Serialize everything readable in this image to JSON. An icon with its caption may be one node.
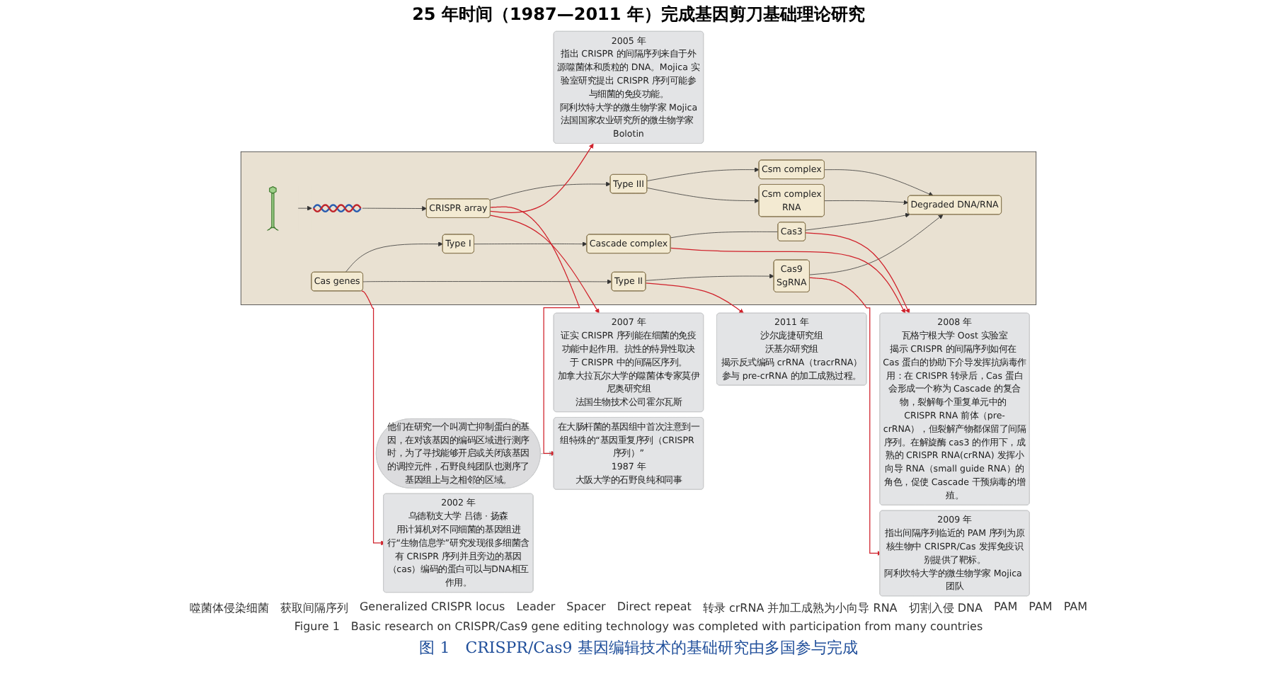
{
  "diagram": {
    "title": "25 年时间（1987—2011 年）完成基因剪刀基础理论研究",
    "caption": "图 1　CRISPR/Cas9 基因编辑技术的基础研究由多国参与完成",
    "nodes": [
      {
        "text": [
          "2002 年",
          "乌德勒支大学 吕德 · 扬森",
          "用计算机对不同细菌的基因组进行“生物信息学”研究发现很多细菌含有 CRISPR 序列并且旁边的基因（cas）编码的蛋白可以与DNA相互作用。"
        ]
      },
      {
        "text": [
          "2011 年",
          "沙尔庞捷研究组",
          "沃基尔研究组",
          "揭示反式编码 crRNA（tracrRNA）参与 pre-crRNA 的加工成熟过程。"
        ]
      },
      {
        "text": [
          "2008 年",
          "瓦格宁根大学 Oost 实验室",
          "揭示 CRISPR 的间隔序列如何在 Cas 蛋白的协助下介导发挥抗病毒作用：在 CRISPR 转录后，Cas 蛋白会形成一个称为 Cascade 的复合物，裂解每个重复单元中的 CRISPR RNA 前体（pre-crRNA），但裂解产物都保留了间隔序列。在解旋酶 cas3 的作用下，成熟的 CRISPR RNA(crRNA) 发挥小向导 RNA（small guide RNA）的角色，促使 Cascade 干预病毒的增殖。"
        ]
      },
      {
        "text": [
          "他们在研究一个叫凋亡抑制蛋白的基因，在对该基因的编码区域进行测序时，为了寻找能够开启或关闭该基因的调控元件，石野良纯团队也测序了基因组上与之相邻的区域。"
        ]
      },
      {
        "text": [
          "在大肠杆菌的基因组中首次注意到一组特殊的“基因重复序列（CRISPR 序列）”",
          "1987 年",
          "大阪大学的石野良纯和同事"
        ]
      },
      {
        "text": [
          "2005 年",
          "指出 CRISPR 的间隔序列来自于外源噬菌体和质粒的 DNA。Mojica 实验室研究提出 CRISPR 序列可能参与细菌的免疫功能。",
          "阿利坎特大学的微生物学家 Mojica",
          "法国国家农业研究所的微生物学家 Bolotin"
        ]
      },
      {
        "text": [
          "2007 年",
          "证实 CRISPR 序列能在细菌的免疫功能中起作用。抗性的特异性取决于 CRISPR 中的间隔区序列。",
          "加拿大拉瓦尔大学的噬菌体专家莫伊尼奥研究组",
          "法国生物技术公司霍尔瓦斯"
        ]
      },
      {
        "text": [
          "2009 年",
          "指出间隔序列临近的 PAM 序列为原核生物中 CRISPR/Cas 发挥免疫识别提供了靶标。",
          "阿利坎特大学的微生物学家 Mojica 团队"
        ]
      },
      {
        "text": [],
        "shape": "box"
      },
      {
        "text": [],
        "shape": "picture",
        "in": 8
      },
      {
        "text": [],
        "shape": "picture",
        "in": 8
      },
      {
        "text": [
          "Cas genes"
        ],
        "in": 8
      },
      {
        "text": [
          "CRISPR array"
        ],
        "in": 8
      },
      {
        "text": [
          "Type I"
        ],
        "in": 8
      },
      {
        "text": [
          "Type II"
        ],
        "in": 8
      },
      {
        "text": [
          "Type III"
        ],
        "in": 8
      },
      {
        "text": [
          "Cascade complex"
        ],
        "in": 8
      },
      {
        "text": [
          "Cas3"
        ],
        "in": 8
      },
      {
        "text": [
          "Cas9",
          "SgRNA"
        ],
        "in": 8
      },
      {
        "text": [
          "Csm complex"
        ],
        "in": 8
      },
      {
        "text": [
          "Csm complex",
          "RNA"
        ],
        "in": 8
      },
      {
        "text": [
          "Degraded DNA/RNA"
        ],
        "in": 8
      }
    ],
    "edges": [
      {
        "from": 9,
        "to": 10,
        "arrow": "to"
      },
      {
        "from": 10,
        "to": 12,
        "arrow": "to"
      },
      {
        "from": 11,
        "to": 13,
        "arrow": "to"
      },
      {
        "from": 11,
        "to": 14,
        "arrow": "to"
      },
      {
        "from": 12,
        "to": 15,
        "arrow": "to"
      },
      {
        "from": 13,
        "to": 16,
        "arrow": "to"
      },
      {
        "from": 14,
        "to": 18,
        "arrow": "to"
      },
      {
        "from": 15,
        "to": 19,
        "arrow": "to"
      },
      {
        "from": 15,
        "to": 20,
        "arrow": "to"
      },
      {
        "from": 17,
        "to": 21,
        "arrow": "to"
      },
      {
        "from": 18,
        "to": 21,
        "arrow": "to"
      },
      {
        "from": 19,
        "to": 21,
        "arrow": "to"
      },
      {
        "from": 20,
        "to": 21,
        "arrow": "to"
      },
      {
        "from": 16,
        "to": 17,
        "arrow": "none"
      },
      {
        "from": 11,
        "to": 0,
        "arrow": "to",
        "color": "#d0202a"
      },
      {
        "from": 14,
        "to": 1,
        "arrow": "to",
        "color": "#d0202a"
      },
      {
        "from": 16,
        "to": 2,
        "arrow": "to",
        "color": "#d0202a"
      },
      {
        "from": 17,
        "to": 2,
        "arrow": "to",
        "color": "#d0202a"
      },
      {
        "from": 3,
        "to": 4,
        "arrow": "to",
        "color": "#bfbfbf"
      },
      {
        "from": 12,
        "to": 4,
        "arrow": "to",
        "color": "#d0202a"
      },
      {
        "from": 12,
        "to": 5,
        "arrow": "to",
        "color": "#d0202a"
      },
      {
        "from": 12,
        "to": 6,
        "arrow": "to",
        "color": "#d0202a"
      },
      {
        "from": 18,
        "to": 7,
        "arrow": "to",
        "color": "#d0202a"
      }
    ],
    "labels": [
      "噬菌体侵染细菌",
      "获取间隔序列",
      "Generalized CRISPR locus",
      "Leader",
      "Spacer",
      "Direct repeat",
      "转录 crRNA 并加工成熟为小向导 RNA",
      "切割入侵 DNA",
      "PAM",
      "PAM",
      "PAM",
      "Figure 1　Basic research on CRISPR/Cas9 gene editing technology was completed with participation from many countries"
    ]
  }
}
